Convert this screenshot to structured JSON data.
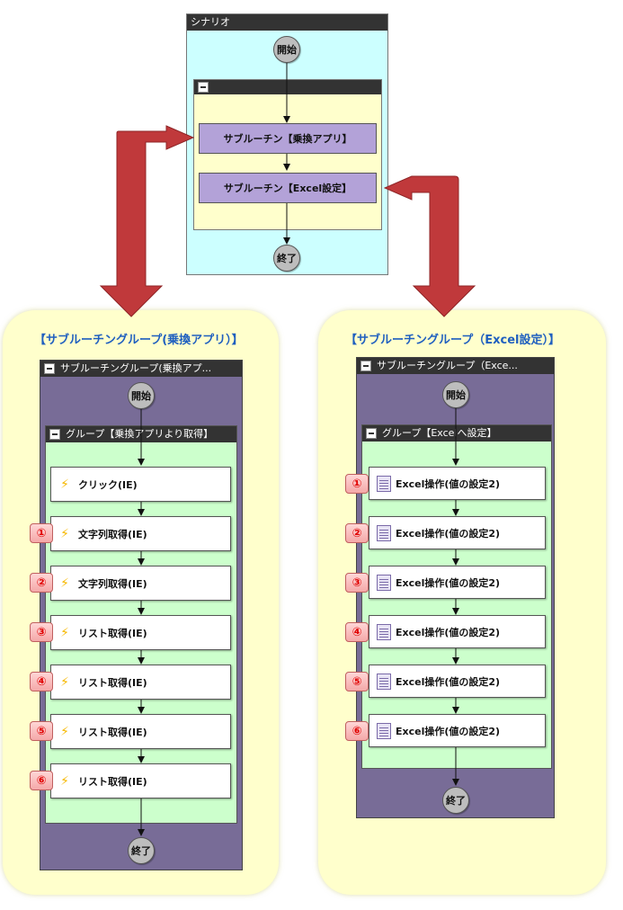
{
  "top": {
    "title": "シナリオ",
    "start": "開始",
    "end": "終了",
    "sub1": "サブルーチン【乗換アプリ】",
    "sub2": "サブルーチン【Excel設定】"
  },
  "left": {
    "panel_title": "【サブルーチングループ(乗換アプリ）】",
    "window_title": "サブルーチングループ(乗換アプ...",
    "start": "開始",
    "end": "終了",
    "group_title": "グループ【乗換アプリより取得】",
    "actions": [
      {
        "label": "クリック(IE)",
        "badge": ""
      },
      {
        "label": "文字列取得(IE)",
        "badge": "①"
      },
      {
        "label": "文字列取得(IE)",
        "badge": "②"
      },
      {
        "label": "リスト取得(IE)",
        "badge": "③"
      },
      {
        "label": "リスト取得(IE)",
        "badge": "④"
      },
      {
        "label": "リスト取得(IE)",
        "badge": "⑤"
      },
      {
        "label": "リスト取得(IE)",
        "badge": "⑥"
      }
    ]
  },
  "right": {
    "panel_title": "【サブルーチングループ（Excel設定）】",
    "window_title": "サブルーチングループ（Exce...",
    "start": "開始",
    "end": "終了",
    "group_title": "グループ【Excelへ設定】",
    "actions": [
      {
        "label": "Excel操作(値の設定2)",
        "badge": "①"
      },
      {
        "label": "Excel操作(値の設定2)",
        "badge": "②"
      },
      {
        "label": "Excel操作(値の設定2)",
        "badge": "③"
      },
      {
        "label": "Excel操作(値の設定2)",
        "badge": "④"
      },
      {
        "label": "Excel操作(値の設定2)",
        "badge": "⑤"
      },
      {
        "label": "Excel操作(値の設定2)",
        "badge": "⑥"
      }
    ]
  },
  "colors": {
    "scenario_bg": "#ccffff",
    "group_bg": "#ffffcc",
    "green_bg": "#ccffcc",
    "subgroup_bg": "#786c97",
    "panel_bg": "#ffffcc",
    "arrow": "#c0393b",
    "badge_text": "#e00000"
  }
}
